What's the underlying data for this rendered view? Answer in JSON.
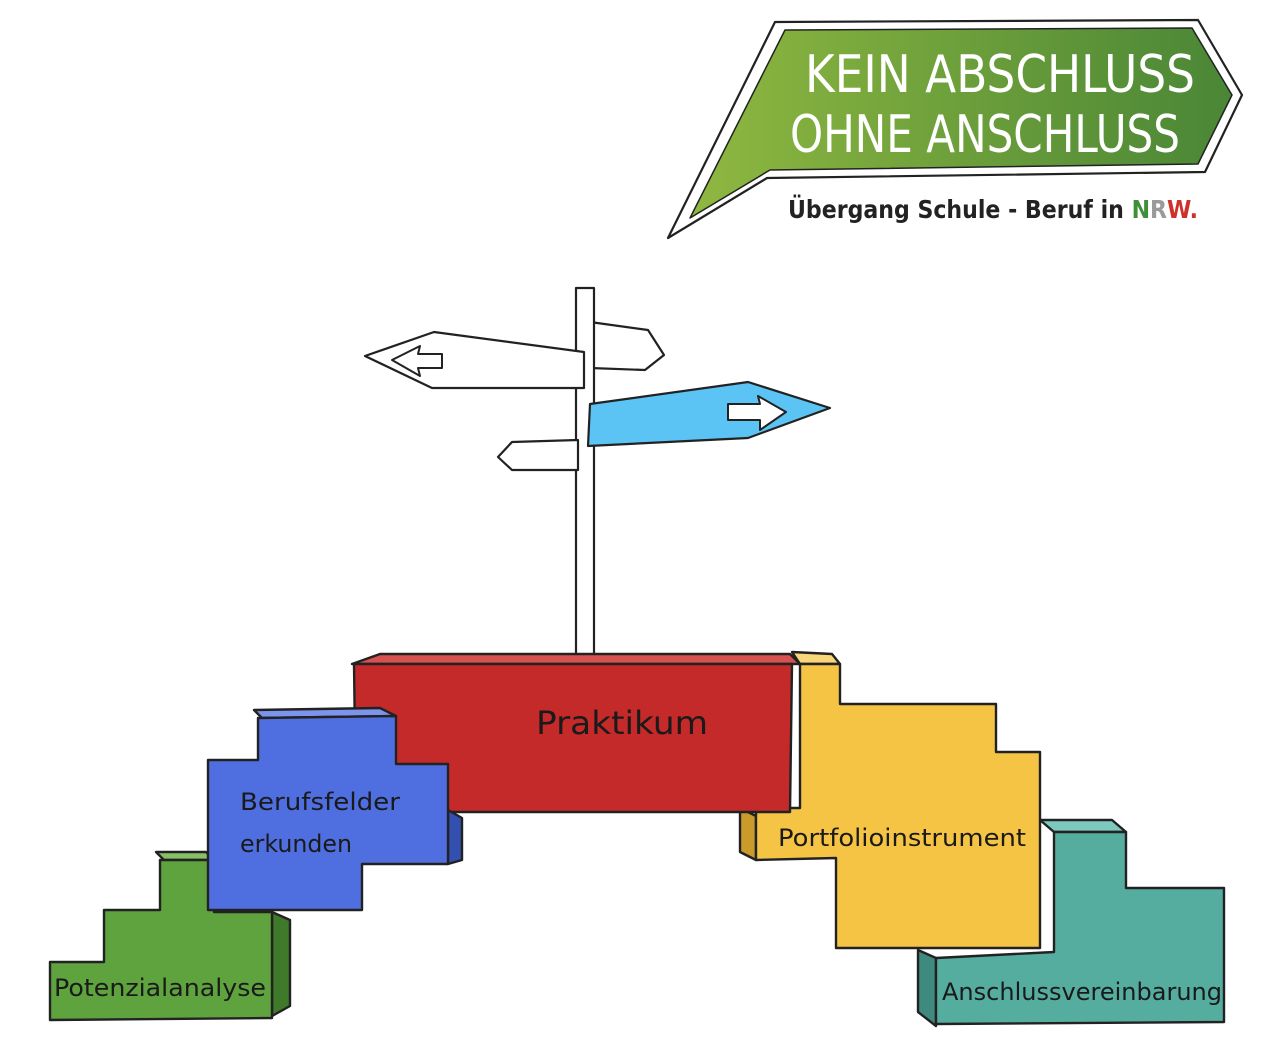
{
  "logo": {
    "line1": "KEIN ABSCHLUSS",
    "line2": "OHNE ANSCHLUSS",
    "tagline_main": "Übergang Schule - Beruf in ",
    "tagline_n": "N",
    "tagline_r": "R",
    "tagline_w": "W",
    "tagline_dot": "."
  },
  "blocks": {
    "potenzialanalyse": "Potenzialanalyse",
    "berufsfelder_line1": "Berufsfelder",
    "berufsfelder_line2": "erkunden",
    "praktikum": "Praktikum",
    "portfolio": "Portfolioinstrument",
    "anschluss": "Anschlussvereinbarung"
  },
  "colors": {
    "green": "#5fa33f",
    "blue": "#4f6fe0",
    "red": "#c42a2a",
    "yellow": "#f6c444",
    "teal": "#55ad9f",
    "sign_blue": "#5cc4f5",
    "logo_green_light": "#8fb840",
    "logo_green_dark": "#4e8a35",
    "nrw_green": "#3f8f3a",
    "nrw_white": "#9a9a9a",
    "nrw_red": "#d0302b"
  }
}
